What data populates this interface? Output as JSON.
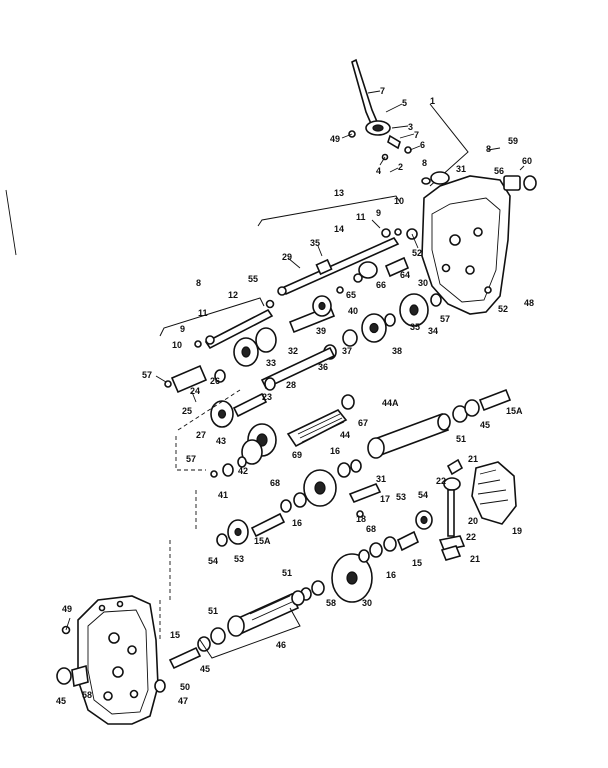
{
  "callouts": [
    {
      "id": "c1",
      "text": "1"
    },
    {
      "id": "c7a",
      "text": "7"
    },
    {
      "id": "c5",
      "text": "5"
    },
    {
      "id": "c3",
      "text": "3"
    },
    {
      "id": "c7b",
      "text": "7"
    },
    {
      "id": "c6",
      "text": "6"
    },
    {
      "id": "c49a",
      "text": "49"
    },
    {
      "id": "c2",
      "text": "2"
    },
    {
      "id": "c4",
      "text": "4"
    },
    {
      "id": "c8a",
      "text": "8"
    },
    {
      "id": "c31a",
      "text": "31"
    },
    {
      "id": "c59",
      "text": "59"
    },
    {
      "id": "c8b",
      "text": "8"
    },
    {
      "id": "c60",
      "text": "60"
    },
    {
      "id": "c56",
      "text": "56"
    },
    {
      "id": "c13",
      "text": "13"
    },
    {
      "id": "c10a",
      "text": "10"
    },
    {
      "id": "c11a",
      "text": "11"
    },
    {
      "id": "c9a",
      "text": "9"
    },
    {
      "id": "c14",
      "text": "14"
    },
    {
      "id": "c35a",
      "text": "35"
    },
    {
      "id": "c29",
      "text": "29"
    },
    {
      "id": "c52a",
      "text": "52"
    },
    {
      "id": "c30a",
      "text": "30"
    },
    {
      "id": "c65",
      "text": "65"
    },
    {
      "id": "c66",
      "text": "66"
    },
    {
      "id": "c64",
      "text": "64"
    },
    {
      "id": "c8c",
      "text": "8"
    },
    {
      "id": "c55",
      "text": "55"
    },
    {
      "id": "c12",
      "text": "12"
    },
    {
      "id": "c40",
      "text": "40"
    },
    {
      "id": "c35b",
      "text": "35"
    },
    {
      "id": "c57a",
      "text": "57"
    },
    {
      "id": "c52b",
      "text": "52"
    },
    {
      "id": "c48",
      "text": "48"
    },
    {
      "id": "c11b",
      "text": "11"
    },
    {
      "id": "c9b",
      "text": "9"
    },
    {
      "id": "c10b",
      "text": "10"
    },
    {
      "id": "c39",
      "text": "39"
    },
    {
      "id": "c34",
      "text": "34"
    },
    {
      "id": "c32",
      "text": "32"
    },
    {
      "id": "c37",
      "text": "37"
    },
    {
      "id": "c38",
      "text": "38"
    },
    {
      "id": "c33",
      "text": "33"
    },
    {
      "id": "c36",
      "text": "36"
    },
    {
      "id": "c26",
      "text": "26"
    },
    {
      "id": "c28",
      "text": "28"
    },
    {
      "id": "c57b",
      "text": "57"
    },
    {
      "id": "c24",
      "text": "24"
    },
    {
      "id": "c25",
      "text": "25"
    },
    {
      "id": "c23",
      "text": "23"
    },
    {
      "id": "c27",
      "text": "27"
    },
    {
      "id": "c44a",
      "text": "44A"
    },
    {
      "id": "c15a_top",
      "text": "15A"
    },
    {
      "id": "c67",
      "text": "67"
    },
    {
      "id": "c44b",
      "text": "44"
    },
    {
      "id": "c51a",
      "text": "51"
    },
    {
      "id": "c45a",
      "text": "45"
    },
    {
      "id": "c43",
      "text": "43"
    },
    {
      "id": "c16a",
      "text": "16"
    },
    {
      "id": "c69",
      "text": "69"
    },
    {
      "id": "c31b",
      "text": "31"
    },
    {
      "id": "c22a",
      "text": "22"
    },
    {
      "id": "c21a",
      "text": "21"
    },
    {
      "id": "c57c",
      "text": "57"
    },
    {
      "id": "c42",
      "text": "42"
    },
    {
      "id": "c41",
      "text": "41"
    },
    {
      "id": "c68a",
      "text": "68"
    },
    {
      "id": "c17",
      "text": "17"
    },
    {
      "id": "c18",
      "text": "18"
    },
    {
      "id": "c53a",
      "text": "53"
    },
    {
      "id": "c54a",
      "text": "54"
    },
    {
      "id": "c20",
      "text": "20"
    },
    {
      "id": "c19",
      "text": "19"
    },
    {
      "id": "c16b",
      "text": "16"
    },
    {
      "id": "c15a_mid",
      "text": "15A"
    },
    {
      "id": "c68b",
      "text": "68"
    },
    {
      "id": "c22b",
      "text": "22"
    },
    {
      "id": "c54b",
      "text": "54"
    },
    {
      "id": "c53b",
      "text": "53"
    },
    {
      "id": "c16c",
      "text": "16"
    },
    {
      "id": "c15a",
      "text": "15"
    },
    {
      "id": "c21b",
      "text": "21"
    },
    {
      "id": "c51b",
      "text": "51"
    },
    {
      "id": "c49b",
      "text": "49"
    },
    {
      "id": "c58a",
      "text": "58"
    },
    {
      "id": "c30b",
      "text": "30"
    },
    {
      "id": "c51c",
      "text": "51"
    },
    {
      "id": "c15b",
      "text": "15"
    },
    {
      "id": "c45b",
      "text": "45"
    },
    {
      "id": "c46",
      "text": "46"
    },
    {
      "id": "c50",
      "text": "50"
    },
    {
      "id": "c47",
      "text": "47"
    },
    {
      "id": "c45c",
      "text": "45"
    },
    {
      "id": "c58b",
      "text": "58"
    }
  ]
}
